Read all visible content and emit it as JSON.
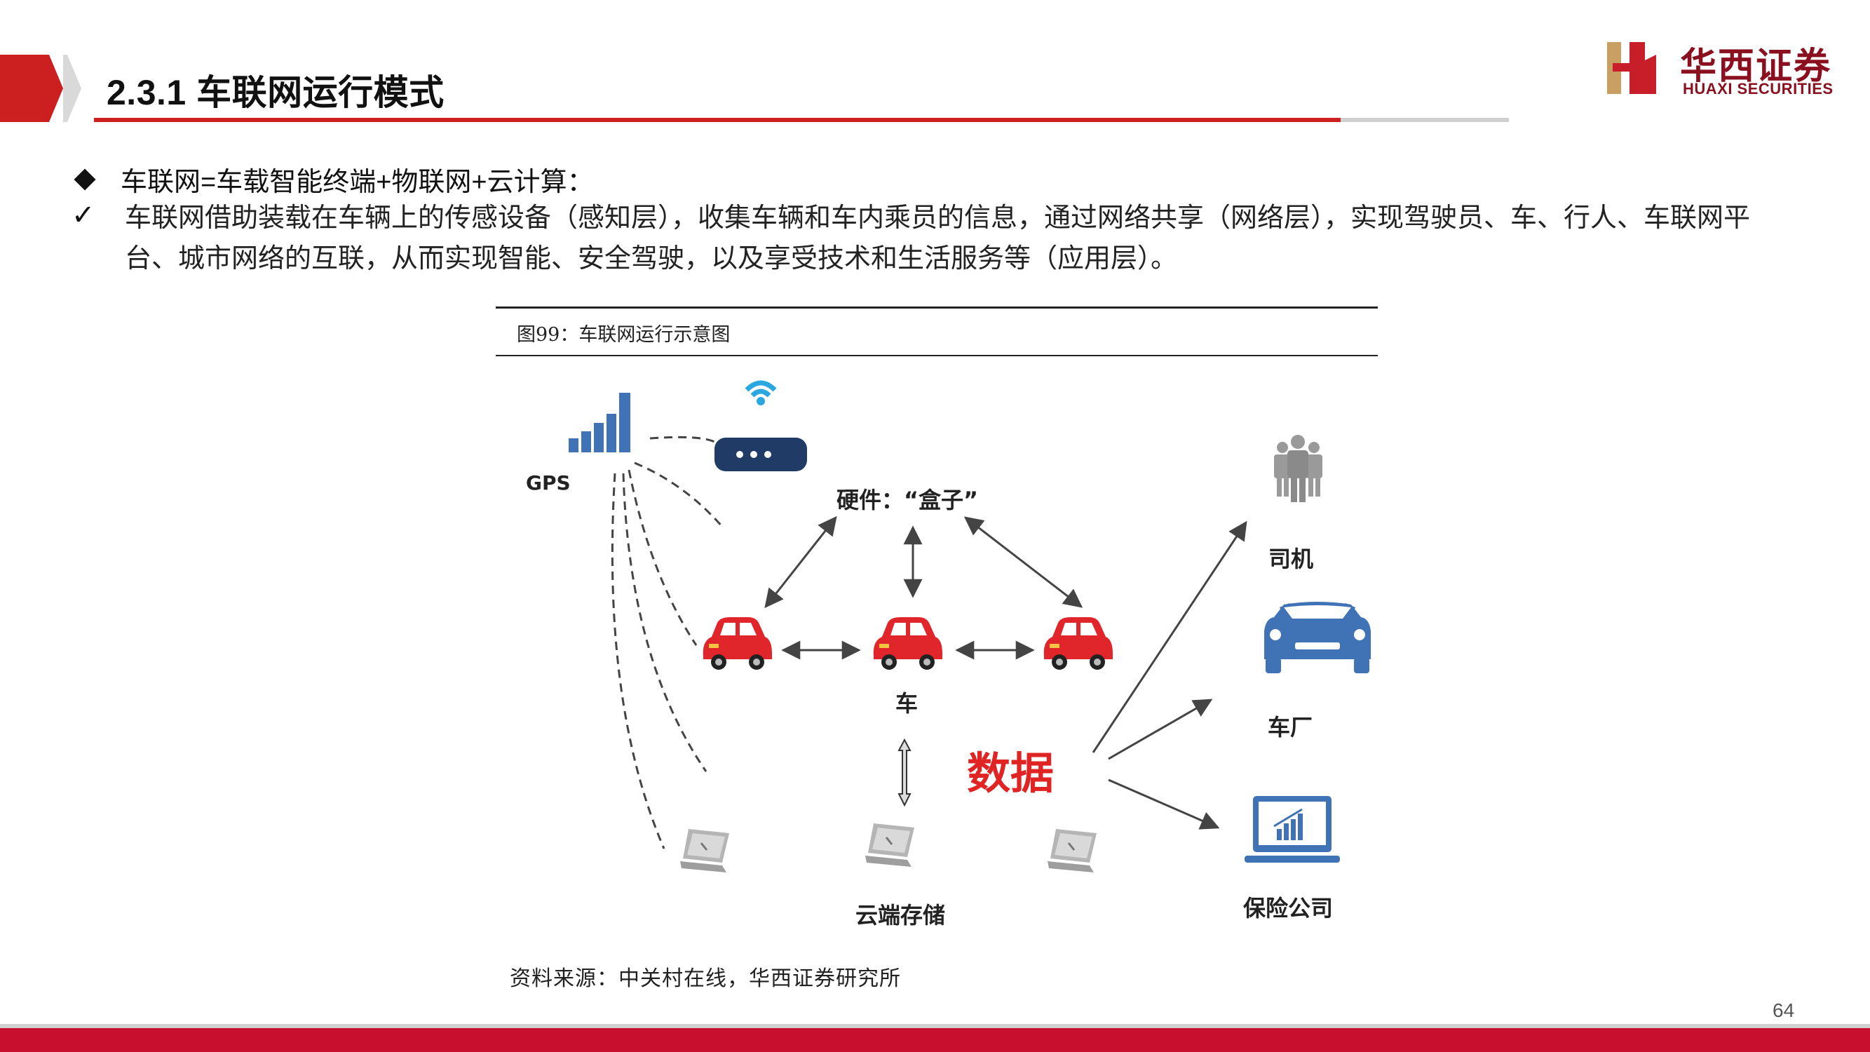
{
  "header": {
    "title": "2.3.1 车联网运行模式",
    "logo_cn": "华西证券",
    "logo_en": "HUAXI SECURITIES"
  },
  "content": {
    "bullet": "车联网=车载智能终端+物联网+云计算：",
    "check_mark": "✓",
    "paragraph": "车联网借助装载在车辆上的传感设备（感知层），收集车辆和车内乘员的信息，通过网络共享（网络层），实现驾驶员、车、行人、车联网平台、城市网络的互联，从而实现智能、安全驾驶，以及享受技术和生活服务等（应用层）。"
  },
  "figure": {
    "caption": "图99：车联网运行示意图",
    "labels": {
      "gps": "GPS",
      "hardware": "硬件：“盒子”",
      "car": "车",
      "cloud": "云端存储",
      "data": "数据",
      "driver": "司机",
      "automaker": "车厂",
      "insurer": "保险公司"
    },
    "icons": [
      "signal-bars-icon",
      "router-icon",
      "car-icon",
      "laptop-icon",
      "people-icon",
      "blue-car-icon",
      "monitor-chart-icon"
    ],
    "colors": {
      "accent_red": "#cc1f1f",
      "car_red": "#e0262b",
      "icon_blue": "#3f73b5",
      "icon_grey": "#9a9a9a"
    }
  },
  "footer": {
    "source": "资料来源：中关村在线，华西证券研究所",
    "page_number": "64"
  }
}
